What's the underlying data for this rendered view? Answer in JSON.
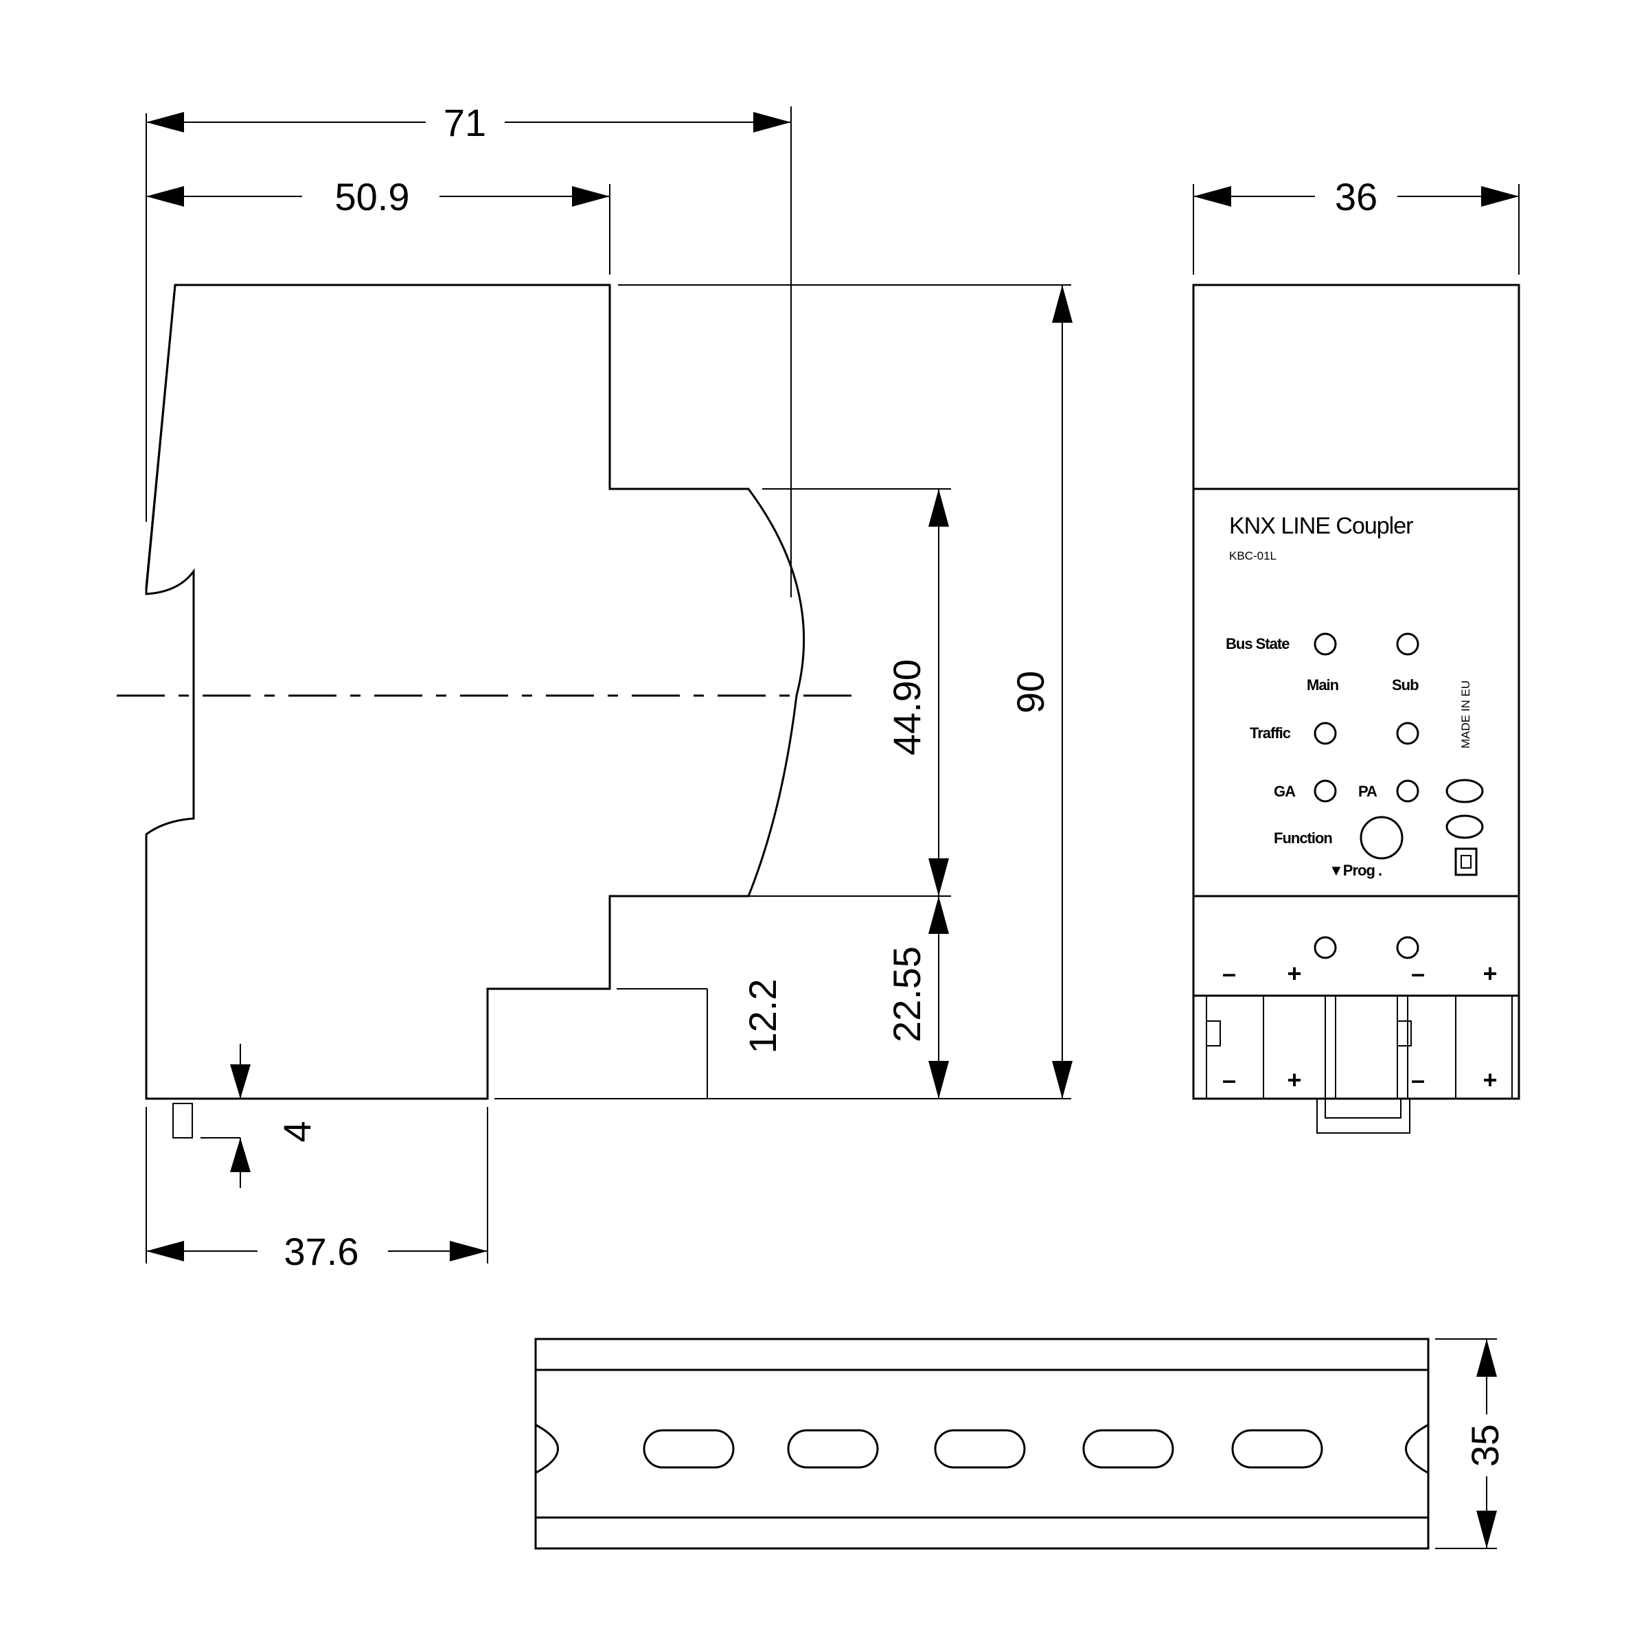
{
  "dimensions": {
    "total_depth": "71",
    "upper_depth": "50.9",
    "total_height": "90",
    "front_height": "44.90",
    "lower_step": "22.55",
    "inner_step": "12.2",
    "rail_gap": "4",
    "base_depth": "37.6",
    "width": "36",
    "rail_height": "35"
  },
  "front_panel": {
    "title": "KNX LINE Coupler",
    "model": "KBC-01L",
    "led_bus_state": "Bus State",
    "led_main": "Main",
    "led_sub": "Sub",
    "led_traffic": "Traffic",
    "led_ga": "GA",
    "led_pa": "PA",
    "function": "Function",
    "prog": "▼Prog .",
    "made_in": "MADE IN EU",
    "terminal_minus": "–",
    "terminal_plus": "+"
  }
}
